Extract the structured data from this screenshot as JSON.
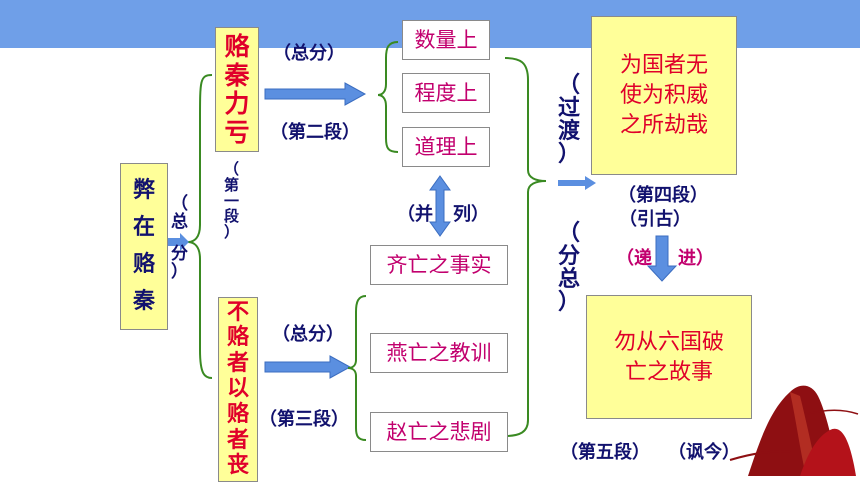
{
  "root": {
    "chars": [
      "弊",
      "在",
      "赂",
      "秦"
    ],
    "sub_chars": [
      "（",
      "总",
      "分",
      "）"
    ]
  },
  "branch_a": {
    "chars": [
      "赂",
      "秦",
      "力",
      "亏"
    ],
    "label_top": "（总分）",
    "label_side": "（第二段）",
    "vertical_note": [
      "（",
      "第",
      "一",
      "段",
      "）"
    ]
  },
  "branch_a_items": [
    "数量上",
    "程度上",
    "道理上"
  ],
  "bing_lie": {
    "left": "（并",
    "right": "列）"
  },
  "branch_b": {
    "chars": [
      "不",
      "赂",
      "者",
      "以",
      "赂",
      "者",
      "丧"
    ],
    "label_top": "（总分）",
    "label_side": "（第三段）"
  },
  "branch_b_items": [
    "齐亡之事实",
    "燕亡之教训",
    "赵亡之悲剧"
  ],
  "guodu": [
    "（",
    "过",
    "渡",
    "）"
  ],
  "fenzong": [
    "（",
    "分",
    "总",
    "）"
  ],
  "box_top_right": {
    "lines": [
      "为国者无",
      "使为积威",
      "之所劫哉"
    ]
  },
  "mid_right": {
    "line1": "（第四段）",
    "line2": "（引古）"
  },
  "dijin": {
    "left": "（递",
    "right": "进）"
  },
  "box_bottom_right": {
    "lines": [
      "勿从六国破",
      "亡之故事"
    ]
  },
  "bottom_labels": {
    "left": "（第五段）",
    "right": "（讽今）"
  },
  "colors": {
    "topbar": "#6f9fe8",
    "yellow": "#ffff99",
    "red": "#e0002a",
    "magenta": "#c2006e",
    "navy": "#12126e",
    "arrow": "#5b8fe0",
    "brace": "#3a8a22"
  }
}
